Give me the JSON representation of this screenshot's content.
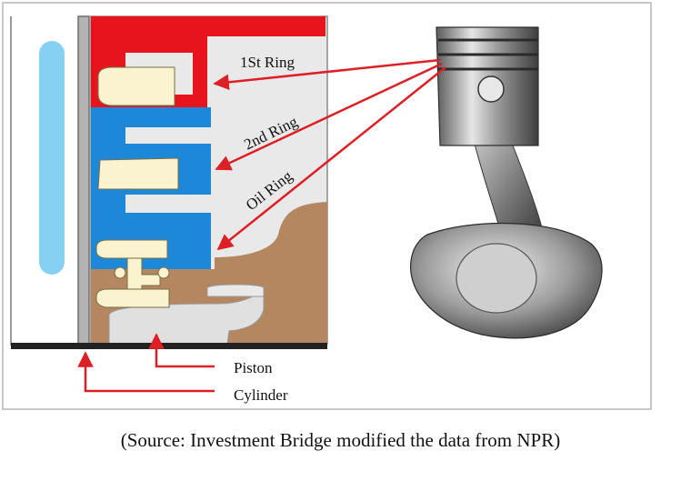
{
  "diagram": {
    "labels": {
      "first_ring": "1St Ring",
      "second_ring": "2nd Ring",
      "oil_ring": "Oil Ring",
      "piston": "Piston",
      "cylinder": "Cylinder"
    },
    "caption": "(Source: Investment Bridge modified the data from NPR)"
  },
  "colors": {
    "first_ring_red": "#e8141c",
    "ring_groove_blue": "#1e88d8",
    "cylinder_wall_blue": "#86d0f4",
    "piston_body_grey": "#e9e9e9",
    "piston_skirt_brown": "#b48760",
    "ring_cream": "#fbf3cf",
    "arrow_red": "#dd1f26",
    "frame_grey": "#9a9a9a",
    "base_line_dark": "#222222"
  }
}
